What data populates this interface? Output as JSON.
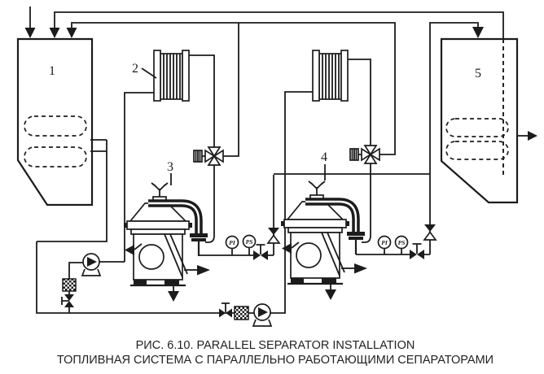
{
  "figure": {
    "caption": {
      "line1": "РИС. 6.10. PARALLEL SEPARATOR INSTALLATION",
      "line2": "ТОПЛИВНАЯ СИСТЕМА С ПАРАЛЛЕЛЬНО РАБОТАЮЩИМИ СЕПАРАТОРАМИ"
    },
    "component_labels": {
      "settling_tank": "1",
      "heater_left": "2",
      "separator_left": "3",
      "separator_right": "4",
      "service_tank": "5"
    },
    "gauges": {
      "left_pi": "PI",
      "left_ps": "PS",
      "right_pi": "PI",
      "right_ps": "PS"
    },
    "icons": [
      "down-arrow-icon",
      "right-arrow-icon",
      "left-arrow-icon",
      "three-way-valve-icon",
      "check-valve-icon",
      "globe-valve-icon",
      "pump-icon",
      "filter-icon",
      "heater-coil-icon",
      "pressure-gauge-icon",
      "separator-icon",
      "tank-heating-coil-icon"
    ],
    "colors": {
      "ink": "#1c1c1c",
      "paper": "#ffffff"
    }
  }
}
